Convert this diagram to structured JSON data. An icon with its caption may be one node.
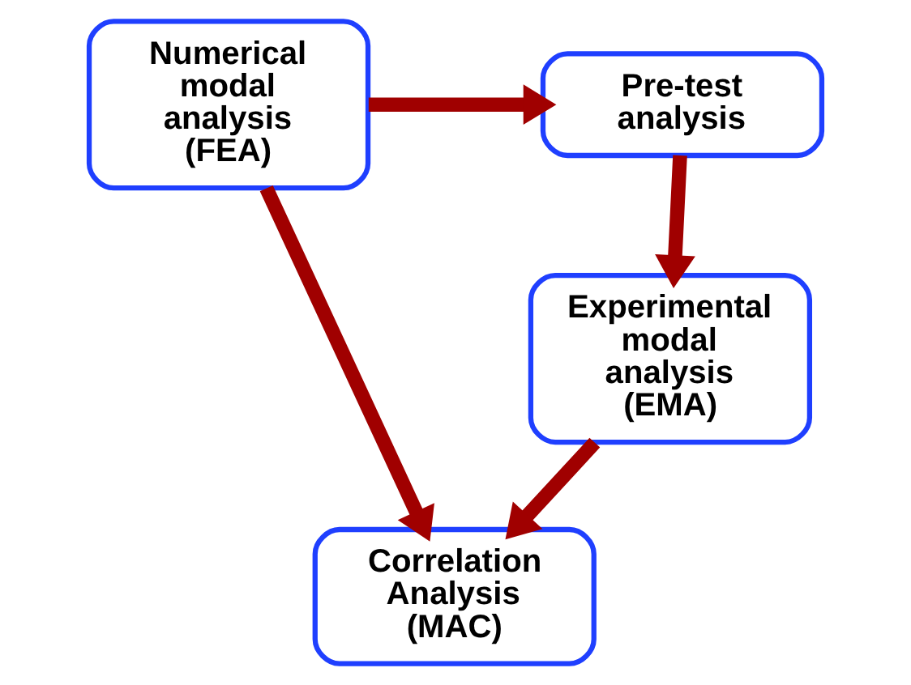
{
  "diagram": {
    "nodes": [
      {
        "text": [
          "Numerical modal analysis (FEA)"
        ]
      },
      {
        "text": [
          "Pre-test analysis"
        ]
      },
      {
        "text": [
          "Experimental modal analysis (EMA)"
        ]
      },
      {
        "text": [
          "Correlation Analysis (MAC)"
        ]
      }
    ],
    "edges": [
      {
        "from": 0,
        "to": 1,
        "arrow": "to"
      },
      {
        "from": 1,
        "to": 2,
        "arrow": "to"
      },
      {
        "from": 0,
        "to": 3,
        "arrow": "to"
      },
      {
        "from": 2,
        "to": 3,
        "arrow": "to"
      }
    ]
  }
}
